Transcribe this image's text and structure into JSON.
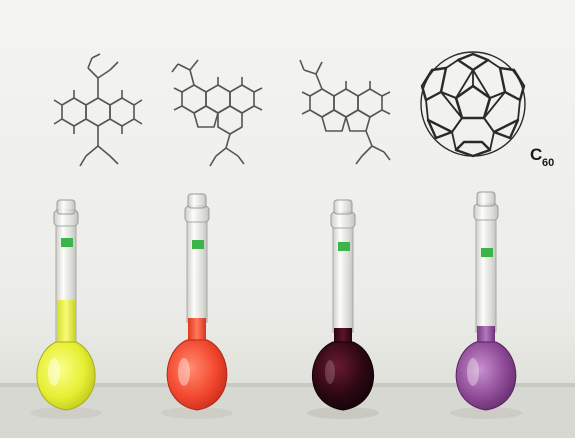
{
  "label": {
    "main": "C",
    "sub": "60"
  },
  "colors": {
    "background_top": "#f2f2ee",
    "background_bottom": "#e6e6e2",
    "shelf": "#dcdcd6",
    "structure_lines": "#444444",
    "solution_yellow": "#e8ef3a",
    "solution_red": "#f2482e",
    "solution_dark_red": "#4a0e1a",
    "solution_purple": "#8e4a96",
    "label_green": "#3bb54a"
  },
  "icons": [
    "molecule-structure",
    "fullerene-structure",
    "volumetric-flask"
  ]
}
